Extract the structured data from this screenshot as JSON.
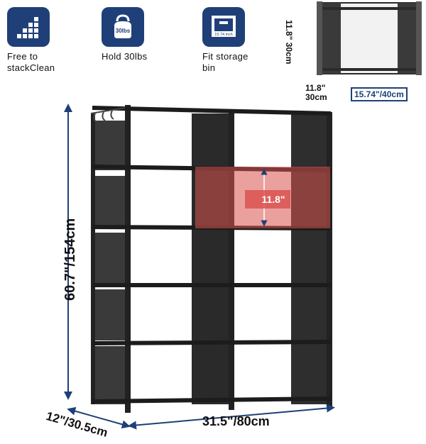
{
  "colors": {
    "brand": "#1f3f78",
    "arrow": "#1f3f78",
    "highlight": "#d9534f",
    "frame": "#2b2b2b",
    "panel": "#3a3a3a"
  },
  "features": [
    {
      "icon": "stack-blocks-icon",
      "label": "Free to\nstackClean"
    },
    {
      "icon": "kettlebell-icon",
      "icon_text": "30lbs",
      "label": "Hold 30lbs"
    },
    {
      "icon": "storage-bin-icon",
      "icon_text": "15.74 inch",
      "label": "Fit storage\nbin"
    }
  ],
  "cube_detail": {
    "height_label": "11.8\" 30cm",
    "depth_label": "11.8\"\n30cm",
    "width_label": "15.74\"/40cm"
  },
  "shelf": {
    "height_label": "60.7\"/154cm",
    "depth_label": "12\"/30.5cm",
    "width_label": "31.5\"/80cm",
    "cube_height_label": "11.8\""
  }
}
